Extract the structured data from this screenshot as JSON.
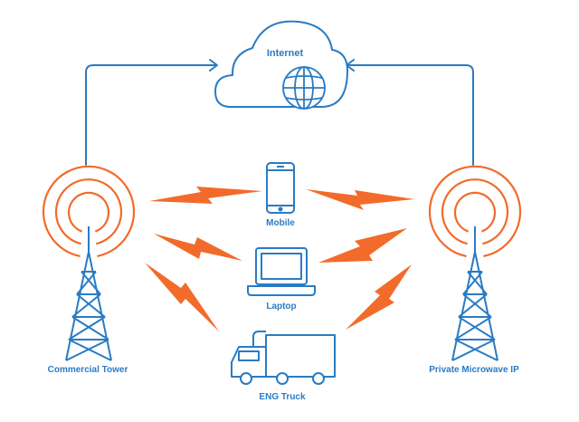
{
  "colors": {
    "blue": "#2a7bc4",
    "orange": "#f26b2a",
    "white": "#ffffff"
  },
  "cloud": {
    "label": "Internet",
    "icon": "globe-icon"
  },
  "nodes": {
    "left_tower": {
      "label": "Commercial Tower",
      "icon": "radio-tower-icon"
    },
    "right_tower": {
      "label": "Private Microwave IP",
      "icon": "radio-tower-icon"
    },
    "mobile": {
      "label": "Mobile",
      "icon": "smartphone-icon"
    },
    "laptop": {
      "label": "Laptop",
      "icon": "laptop-icon"
    },
    "truck": {
      "label": "ENG Truck",
      "icon": "truck-icon"
    }
  }
}
